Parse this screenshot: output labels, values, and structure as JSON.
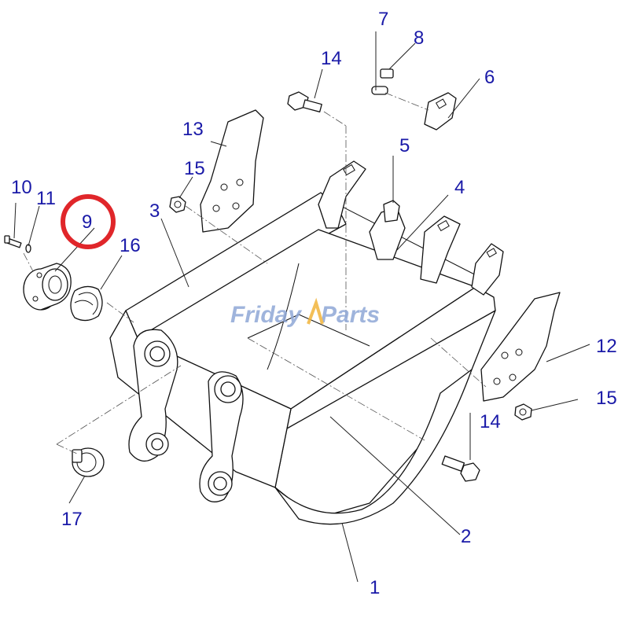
{
  "diagram": {
    "callouts": [
      {
        "id": "1",
        "label": "1"
      },
      {
        "id": "2",
        "label": "2"
      },
      {
        "id": "3",
        "label": "3"
      },
      {
        "id": "4",
        "label": "4"
      },
      {
        "id": "5",
        "label": "5"
      },
      {
        "id": "6",
        "label": "6"
      },
      {
        "id": "7",
        "label": "7"
      },
      {
        "id": "8",
        "label": "8"
      },
      {
        "id": "9",
        "label": "9"
      },
      {
        "id": "10",
        "label": "10"
      },
      {
        "id": "11",
        "label": "11"
      },
      {
        "id": "12",
        "label": "12"
      },
      {
        "id": "13",
        "label": "13"
      },
      {
        "id": "14a",
        "label": "14"
      },
      {
        "id": "14b",
        "label": "14"
      },
      {
        "id": "15a",
        "label": "15"
      },
      {
        "id": "15b",
        "label": "15"
      },
      {
        "id": "16",
        "label": "16"
      },
      {
        "id": "17",
        "label": "17"
      }
    ],
    "highlight_color": "#e0262a",
    "callout_color": "#1a1aa8"
  },
  "watermark": {
    "text_part1": "Friday",
    "text_part2": "Parts",
    "color_main": "#8fa7d6",
    "color_accent": "#f2b43c"
  }
}
